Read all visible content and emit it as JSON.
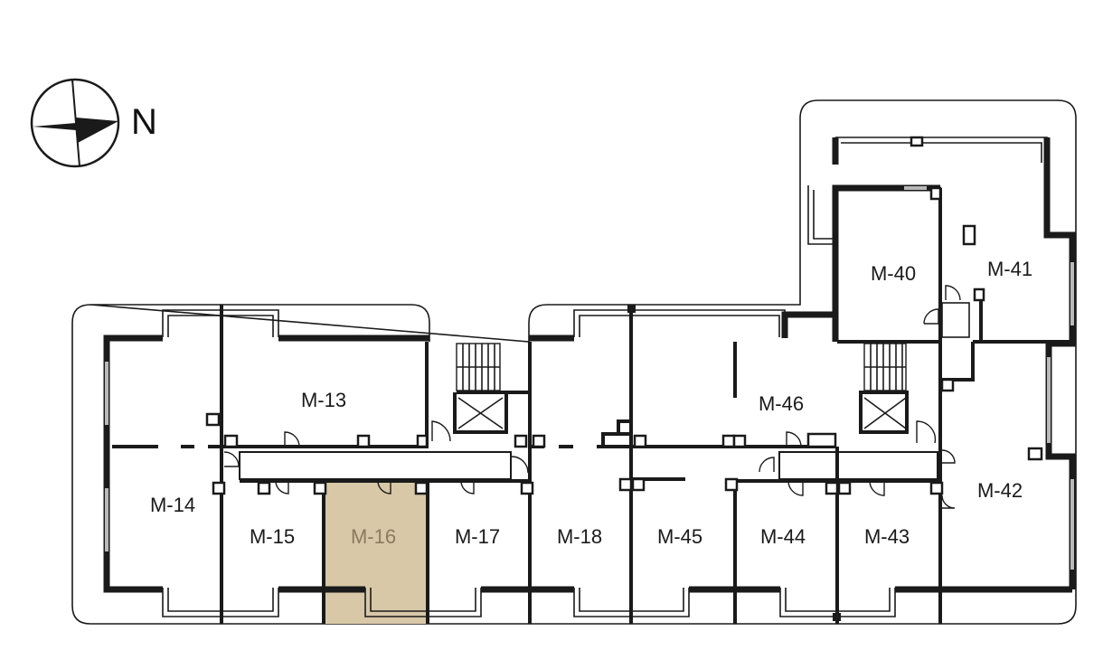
{
  "compass": {
    "label": "N",
    "icon": "north-arrow-icon"
  },
  "colors": {
    "highlight": "#d8c8a8",
    "highlight_text": "#8c7a5e",
    "wall": "#1a1a1a"
  },
  "highlighted_unit": "M-16",
  "units": [
    {
      "id": "m13",
      "label": "M-13",
      "highlighted": false
    },
    {
      "id": "m14",
      "label": "M-14",
      "highlighted": false
    },
    {
      "id": "m15",
      "label": "M-15",
      "highlighted": false
    },
    {
      "id": "m16",
      "label": "M-16",
      "highlighted": true
    },
    {
      "id": "m17",
      "label": "M-17",
      "highlighted": false
    },
    {
      "id": "m18",
      "label": "M-18",
      "highlighted": false
    },
    {
      "id": "m45",
      "label": "M-45",
      "highlighted": false
    },
    {
      "id": "m44",
      "label": "M-44",
      "highlighted": false
    },
    {
      "id": "m43",
      "label": "M-43",
      "highlighted": false
    },
    {
      "id": "m42",
      "label": "M-42",
      "highlighted": false
    },
    {
      "id": "m46",
      "label": "M-46",
      "highlighted": false
    },
    {
      "id": "m40",
      "label": "M-40",
      "highlighted": false
    },
    {
      "id": "m41",
      "label": "M-41",
      "highlighted": false
    }
  ]
}
